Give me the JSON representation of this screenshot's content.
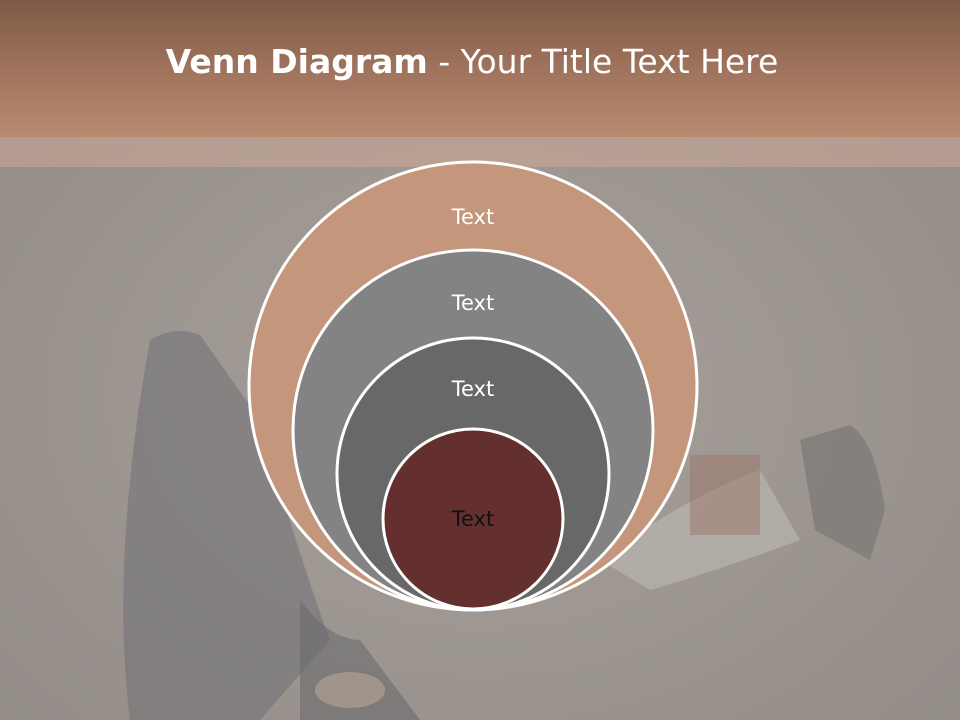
{
  "title": {
    "bold": "Venn Diagram",
    "rest": " - Your Title Text Here"
  },
  "circles": [
    {
      "label": "Text",
      "fill": "#c4977c",
      "text_color": "#ffffff"
    },
    {
      "label": "Text",
      "fill": "#838383",
      "text_color": "#ffffff"
    },
    {
      "label": "Text",
      "fill": "#686868",
      "text_color": "#ffffff"
    },
    {
      "label": "Text",
      "fill": "#632f2f",
      "text_color": "#111111"
    }
  ],
  "colors": {
    "header": "#a87a62",
    "background": "#8a837f",
    "circle_outline": "#ffffff"
  }
}
